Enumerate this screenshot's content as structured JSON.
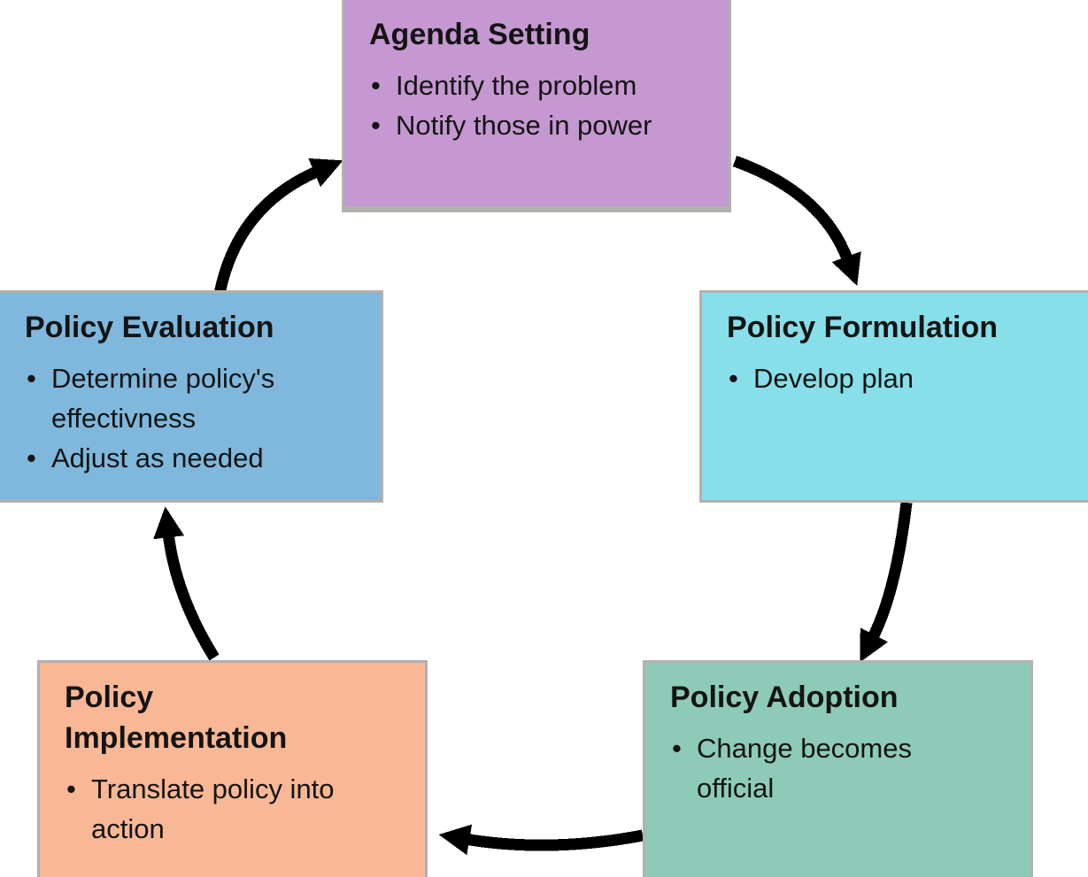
{
  "diagram": {
    "type": "cycle",
    "description": "Policy cycle diagram with five stages connected by clockwise black arrows",
    "background_color": "#ffffff",
    "arrow_color": "#000000",
    "box_border_color": "#b3b1ae",
    "text_color": "#141414",
    "boxes": {
      "agenda": {
        "title": "Agenda Setting",
        "items": [
          "Identify the problem",
          "Notify those in power"
        ],
        "color": "#c598d1"
      },
      "formulation": {
        "title": "Policy Formulation",
        "items": [
          "Develop plan"
        ],
        "color": "#87dfe9"
      },
      "adoption": {
        "title": "Policy Adoption",
        "items": [
          "Change becomes official"
        ],
        "color": "#8ecab8"
      },
      "implementation": {
        "title": "Policy Implementation",
        "items": [
          "Translate policy into action"
        ],
        "color": "#f8b795"
      },
      "evaluation": {
        "title": "Policy Evaluation",
        "items": [
          "Determine policy's effectivness",
          "Adjust as needed"
        ],
        "color": "#7fb8dc"
      }
    },
    "flow_order": [
      "Agenda Setting",
      "Policy Formulation",
      "Policy Adoption",
      "Policy Implementation",
      "Policy Evaluation"
    ]
  }
}
